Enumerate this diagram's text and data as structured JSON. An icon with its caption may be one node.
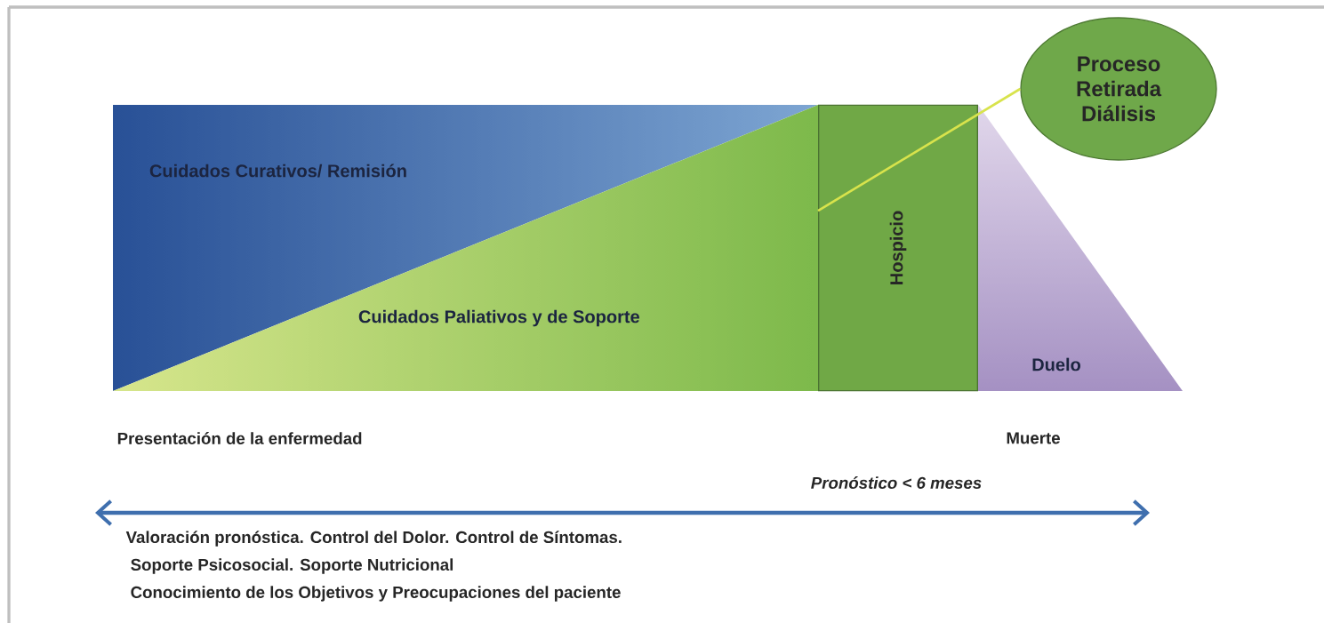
{
  "diagram": {
    "nodes": [
      {
        "text": [
          "Cuidados Curativos/ Remisión"
        ]
      },
      {
        "text": [
          "Cuidados Paliativos y de Soporte"
        ]
      },
      {
        "text": [
          "Hospicio"
        ]
      },
      {
        "text": [
          "Duelo"
        ]
      },
      {
        "text": [
          "Proceso Retirada Diálisis"
        ]
      }
    ],
    "edges": [
      {
        "from": 4,
        "to": 2,
        "arrow": "none",
        "color": "#d8e34c"
      }
    ],
    "labels": [
      "Presentación de la enfermedad",
      "Muerte",
      "Pronóstico < 6 meses",
      "Valoración pronóstica. Control del Dolor. Control de Síntomas.",
      "Soporte Psicosocial. Soporte Nutricional",
      "Conocimiento de los Objetivos y  Preocupaciones del paciente"
    ]
  }
}
